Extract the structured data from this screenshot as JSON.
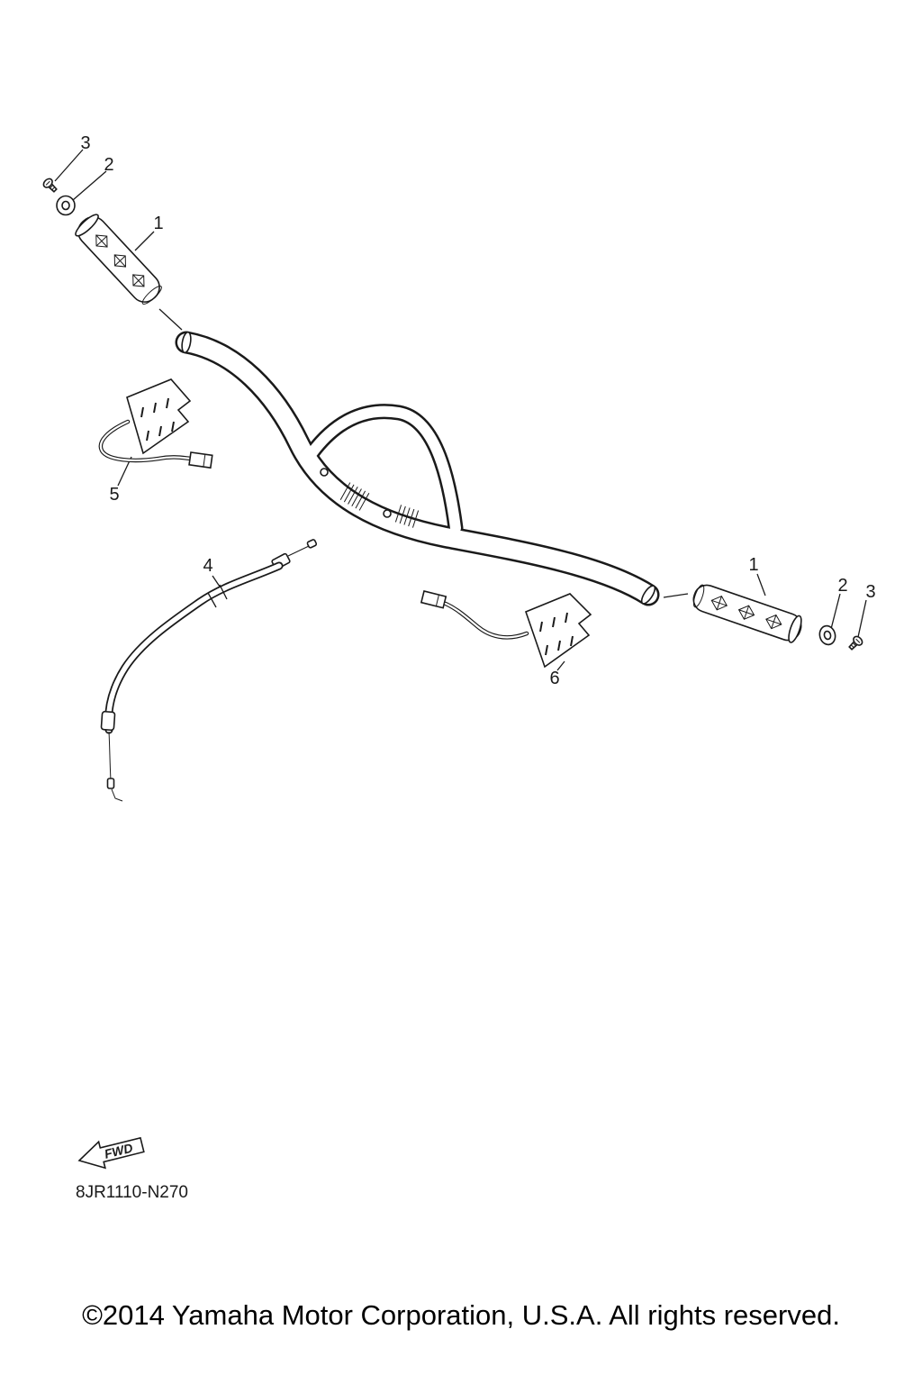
{
  "diagram": {
    "callouts": {
      "left_screw": "3",
      "left_washer": "2",
      "left_grip": "1",
      "left_warmer": "5",
      "cable": "4",
      "right_grip": "1",
      "right_washer": "2",
      "right_screw": "3",
      "right_warmer": "6"
    },
    "fwd_label": "FWD",
    "part_number": "8JR1110-N270"
  },
  "footer": {
    "copyright": "©2014 Yamaha Motor Corporation, U.S.A. All rights reserved."
  }
}
